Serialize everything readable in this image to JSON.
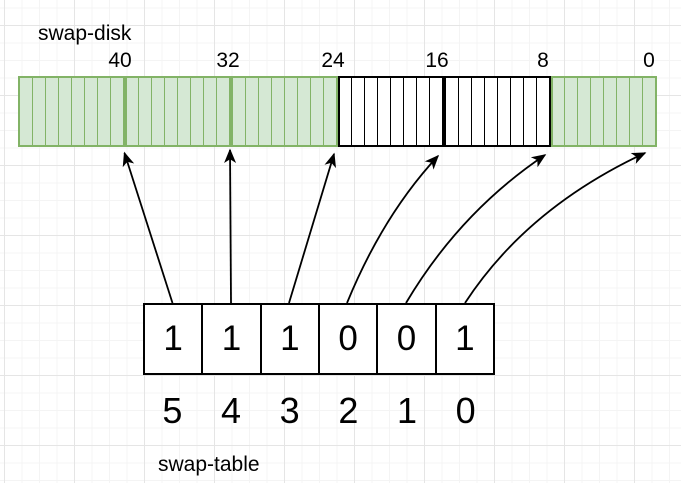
{
  "disk": {
    "label": "swap-disk",
    "marks": [
      "40",
      "32",
      "24",
      "16",
      "8",
      "0"
    ],
    "sections": [
      {
        "state": "green",
        "blocks": 8
      },
      {
        "state": "green",
        "blocks": 8
      },
      {
        "state": "green",
        "blocks": 8
      },
      {
        "state": "white",
        "blocks": 8
      },
      {
        "state": "white",
        "blocks": 8
      },
      {
        "state": "green",
        "blocks": 8
      }
    ]
  },
  "swap_table": {
    "label": "swap-table",
    "entries": [
      {
        "index": "5",
        "value": "1"
      },
      {
        "index": "4",
        "value": "1"
      },
      {
        "index": "3",
        "value": "1"
      },
      {
        "index": "2",
        "value": "0"
      },
      {
        "index": "1",
        "value": "0"
      },
      {
        "index": "0",
        "value": "1"
      }
    ]
  },
  "arrows": [
    {
      "from_entry": "5",
      "to_mark": "40"
    },
    {
      "from_entry": "4",
      "to_mark": "32"
    },
    {
      "from_entry": "3",
      "to_mark": "24"
    },
    {
      "from_entry": "2",
      "to_mark": "16"
    },
    {
      "from_entry": "1",
      "to_mark": "8"
    },
    {
      "from_entry": "0",
      "to_mark": "0"
    }
  ],
  "colors": {
    "green_fill": "#d5e8d4",
    "green_border": "#82b366",
    "white_fill": "#ffffff",
    "black_border": "#000000",
    "text": "#000000"
  }
}
